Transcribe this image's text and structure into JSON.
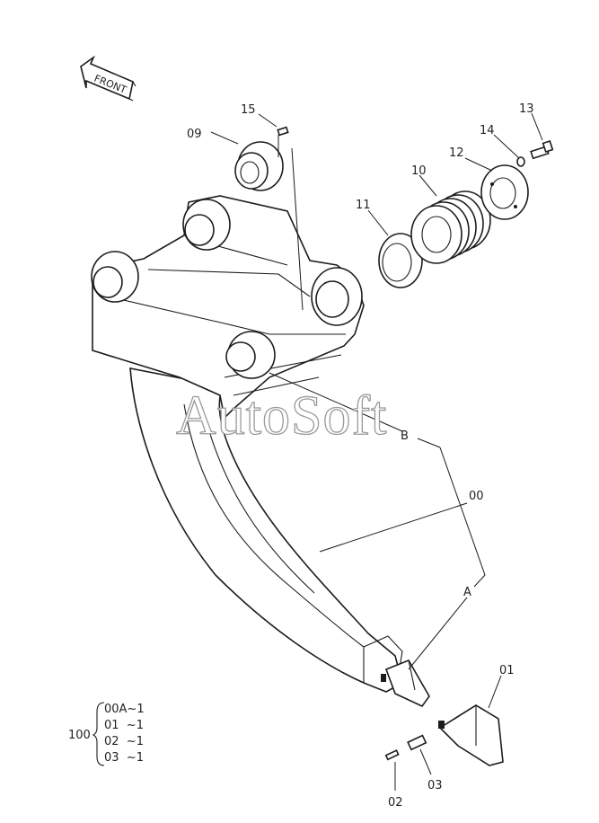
{
  "front_label": "FRONT",
  "watermark": "AutoSoft",
  "callouts": {
    "p15": "15",
    "p09": "09",
    "p14": "14",
    "p13": "13",
    "p12": "12",
    "p10": "10",
    "p11": "11",
    "pB": "B",
    "p00": "00",
    "pA": "A",
    "p01": "01",
    "p02": "02",
    "p03": "03"
  },
  "assembly_table": {
    "ref": "100",
    "rows": [
      "00A~1",
      "01  ~1",
      "02  ~1",
      "03  ~1"
    ]
  },
  "colors": {
    "line": "#1c1c1c",
    "background": "#ffffff",
    "watermark_stroke": "#9a9a9a"
  }
}
